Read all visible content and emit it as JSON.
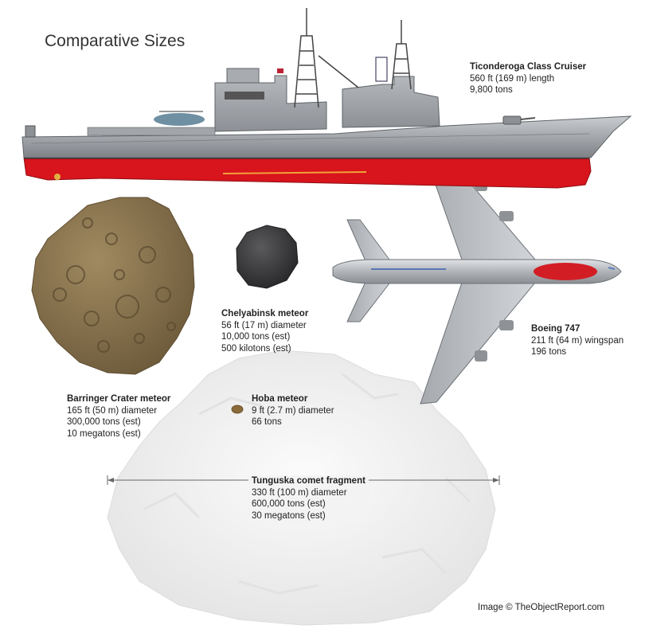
{
  "title": "Comparative Sizes",
  "credit": "Image © TheObjectReport.com",
  "objects": {
    "cruiser": {
      "name": "Ticonderoga Class Cruiser",
      "lines": [
        "560 ft (169 m) length",
        "9,800 tons"
      ]
    },
    "boeing": {
      "name": "Boeing 747",
      "lines": [
        "211 ft (64 m) wingspan",
        "196 tons"
      ]
    },
    "chelyabinsk": {
      "name": "Chelyabinsk meteor",
      "lines": [
        "56 ft (17 m) diameter",
        "10,000 tons (est)",
        "500 kilotons (est)"
      ]
    },
    "barringer": {
      "name": "Barringer Crater meteor",
      "lines": [
        "165 ft (50 m) diameter",
        "300,000 tons (est)",
        "10 megatons (est)"
      ]
    },
    "hoba": {
      "name": "Hoba meteor",
      "lines": [
        "9 ft (2.7 m) diameter",
        "66 tons"
      ]
    },
    "tunguska": {
      "name": "Tunguska comet fragment",
      "lines": [
        "330 ft (100 m) diameter",
        "600,000 tons (est)",
        "30 megatons (est)"
      ]
    }
  },
  "colors": {
    "hull_gray": "#9a9ea3",
    "hull_red": "#d8141c",
    "barringer_rock": "#8a7450",
    "chelyabinsk_rock": "#3a3a3c",
    "plane_body": "#b9bcc0",
    "plane_nose": "#d31d25",
    "tunguska_fill": "#f2f2f2"
  }
}
